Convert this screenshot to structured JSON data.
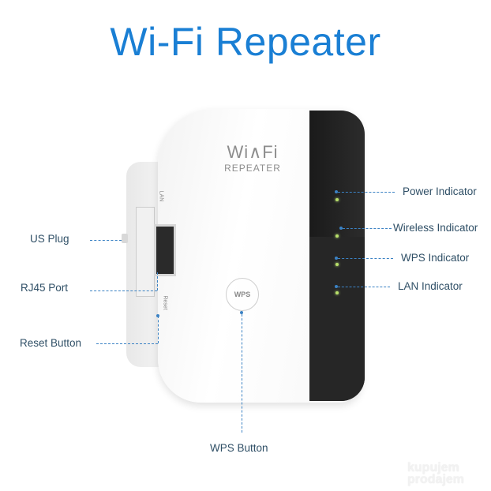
{
  "title": "Wi-Fi Repeater",
  "device": {
    "logo_wifi": "Wi",
    "logo_fi": "Fi",
    "logo_repeater": "REPEATER",
    "wps_label": "WPS",
    "lan_port_text": "LAN",
    "reset_port_text": "Reset"
  },
  "callouts_left": [
    {
      "label": "US Plug"
    },
    {
      "label": "RJ45 Port"
    },
    {
      "label": "Reset Button"
    }
  ],
  "callouts_right": [
    {
      "label": "Power Indicator"
    },
    {
      "label": "Wireless Indicator"
    },
    {
      "label": "WPS Indicator"
    },
    {
      "label": "LAN Indicator"
    }
  ],
  "callout_bottom": {
    "label": "WPS Button"
  },
  "watermark": {
    "line1": "kupujem",
    "line2": "prodajem"
  },
  "colors": {
    "title": "#1a7fd4",
    "callout_line": "#3b82c4",
    "led": "#b8e06a"
  }
}
